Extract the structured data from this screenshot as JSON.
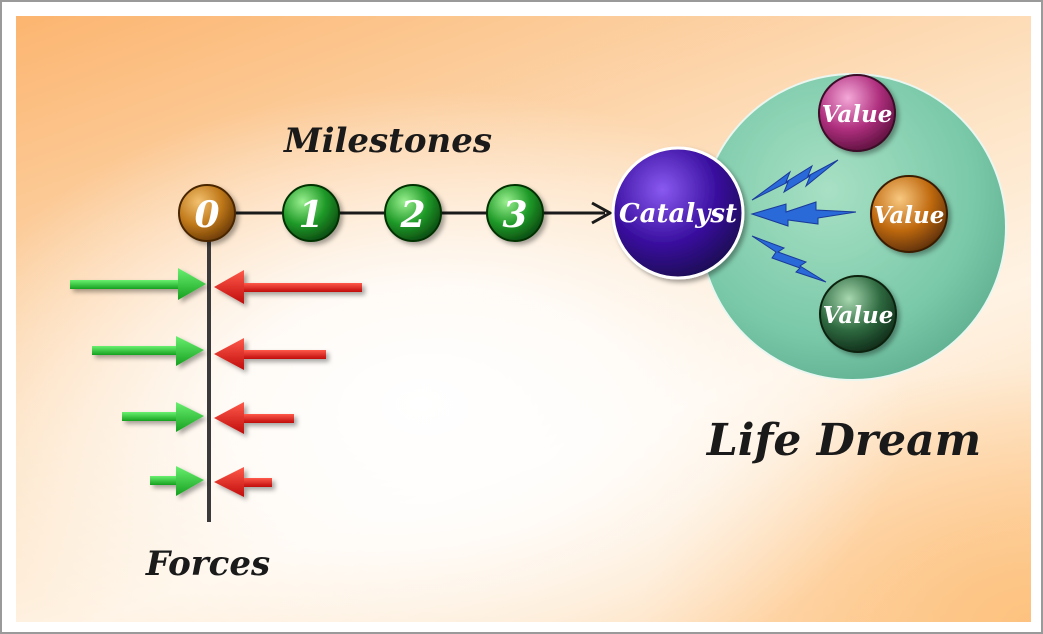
{
  "milestones_title": "Milestones",
  "milestones": [
    {
      "label": "0",
      "color": "#c0791a"
    },
    {
      "label": "1",
      "color": "#1f9a28"
    },
    {
      "label": "2",
      "color": "#1f9a28"
    },
    {
      "label": "3",
      "color": "#1f9a28"
    }
  ],
  "catalyst": {
    "label": "Catalyst",
    "color": "#3a10a0"
  },
  "values": [
    {
      "label": "Value",
      "color": "#b0307f"
    },
    {
      "label": "Value",
      "color": "#c06a10"
    },
    {
      "label": "Value",
      "color": "#2f6a40"
    }
  ],
  "life_dream": {
    "label": "Life Dream",
    "color": "#78c8a8"
  },
  "forces_title": "Forces",
  "colors": {
    "push_arrow": "#22c02a",
    "resist_arrow": "#dd1a1a",
    "lightning": "#2a6ad8",
    "text": "#1a1a1a"
  }
}
